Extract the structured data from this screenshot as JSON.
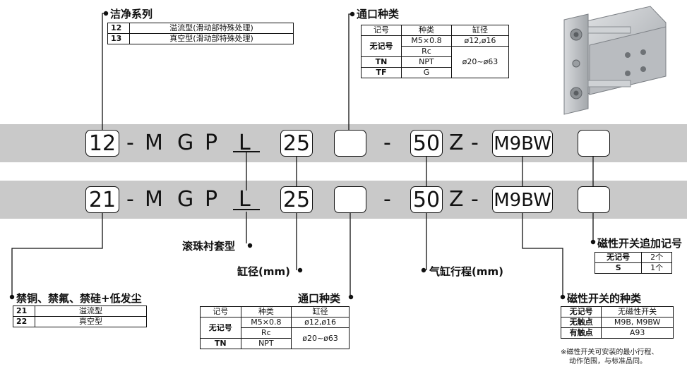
{
  "row1": {
    "series": "12",
    "dash1": "-",
    "m": "M",
    "g": "G",
    "p": "P",
    "bearing": "L",
    "bore": "25",
    "port": "",
    "dash2": "-",
    "stroke": "50",
    "z": "Z",
    "dash3": "-",
    "switch": "M9BW",
    "suffix": ""
  },
  "row2": {
    "series": "21",
    "dash1": "-",
    "m": "M",
    "g": "G",
    "p": "P",
    "bearing": "L",
    "bore": "25",
    "port": "",
    "dash2": "-",
    "stroke": "50",
    "z": "Z",
    "dash3": "-",
    "switch": "M9BW",
    "suffix": ""
  },
  "clean_series": {
    "title": "洁净系列",
    "rows": [
      {
        "code": "12",
        "desc": "溢流型(滑动部特殊处理)"
      },
      {
        "code": "13",
        "desc": "真空型(滑动部特殊处理)"
      }
    ]
  },
  "port_top": {
    "title": "通口种类",
    "headers": [
      "记号",
      "种类",
      "缸径"
    ],
    "rows": [
      {
        "mark": "无记号",
        "type": "M5×0.8",
        "bore": "ø12,ø16"
      },
      {
        "mark": "",
        "type": "Rc",
        "bore": "ø20~ø63"
      },
      {
        "mark": "TN",
        "type": "NPT",
        "bore": ""
      },
      {
        "mark": "TF",
        "type": "G",
        "bore": ""
      }
    ]
  },
  "port_bottom": {
    "title": "通口种类",
    "headers": [
      "记号",
      "种类",
      "缸径"
    ],
    "rows": [
      {
        "mark": "无记号",
        "type": "M5×0.8",
        "bore": "ø12,ø16"
      },
      {
        "mark": "",
        "type": "Rc",
        "bore": "ø20~ø63"
      },
      {
        "mark": "TN",
        "type": "NPT",
        "bore": ""
      }
    ]
  },
  "prohibited": {
    "title": "禁铜、禁氟、禁硅+低发尘",
    "rows": [
      {
        "code": "21",
        "desc": "溢流型"
      },
      {
        "code": "22",
        "desc": "真空型"
      }
    ]
  },
  "labels": {
    "bearing": "滚珠衬套型",
    "bore": "缸径(mm)",
    "stroke": "气缸行程(mm)"
  },
  "switch_suffix": {
    "title": "磁性开关追加记号",
    "rows": [
      {
        "mark": "无记号",
        "count": "2个"
      },
      {
        "mark": "S",
        "count": "1个"
      }
    ]
  },
  "switch_type": {
    "title": "磁性开关的种类",
    "rows": [
      {
        "mark": "无记号",
        "value": "无磁性开关"
      },
      {
        "mark": "无触点",
        "value": "M9B, M9BW"
      },
      {
        "mark": "有触点",
        "value": "A93"
      }
    ],
    "note_line1": "※磁性开关可安装的最小行程、",
    "note_line2": "动作范围，与标准品同。"
  },
  "colors": {
    "band": "#c9c9c9",
    "ink": "#111111",
    "cylinder_body": "#b9bcc0"
  },
  "icons": {
    "product_photo": "guided-cylinder-photo"
  }
}
